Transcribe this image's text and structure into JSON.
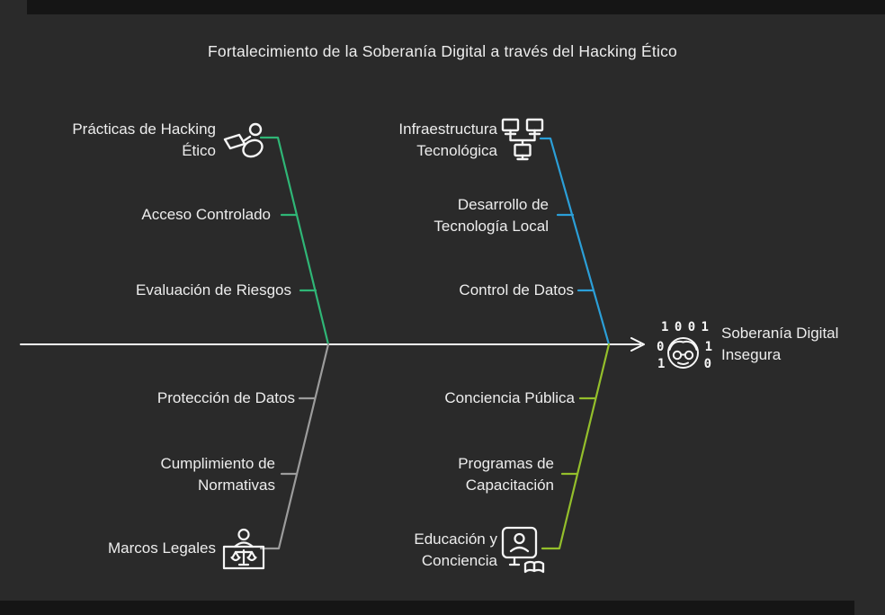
{
  "title": "Fortalecimiento de la Soberanía Digital a través del Hacking Ético",
  "colors": {
    "background": "#2a2a2a",
    "edge_bar": "#151515",
    "text": "#ededed",
    "spine": "#fafafa",
    "icon": "#f5f5f5",
    "branch_green": "#2fb676",
    "branch_blue": "#2b9fd8",
    "branch_gray": "#9c9c9c",
    "branch_olive": "#94bf2b"
  },
  "branches": [
    {
      "label": "Prácticas de Hacking Ético",
      "icon": "hacker-laptop-icon",
      "items": [
        "Acceso Controlado",
        "Evaluación de Riesgos"
      ]
    },
    {
      "label": "Infraestructura Tecnológica",
      "icon": "network-computers-icon",
      "items": [
        "Desarrollo de Tecnología Local",
        "Control de Datos"
      ]
    },
    {
      "label": "Marcos Legales",
      "icon": "justice-scale-icon",
      "items": [
        "Protección de Datos",
        "Cumplimiento de Normativas"
      ]
    },
    {
      "label": "Educación y Conciencia",
      "icon": "education-book-icon",
      "items": [
        "Conciencia Pública",
        "Programas de Capacitación"
      ]
    }
  ],
  "effect": {
    "label": "Soberanía Digital Insegura",
    "icon": "binary-hacker-face-icon",
    "binary": {
      "top": [
        "1",
        "0",
        "0",
        "1"
      ],
      "mid": [
        "0",
        "1"
      ],
      "bottom": [
        "1",
        "0"
      ]
    }
  }
}
